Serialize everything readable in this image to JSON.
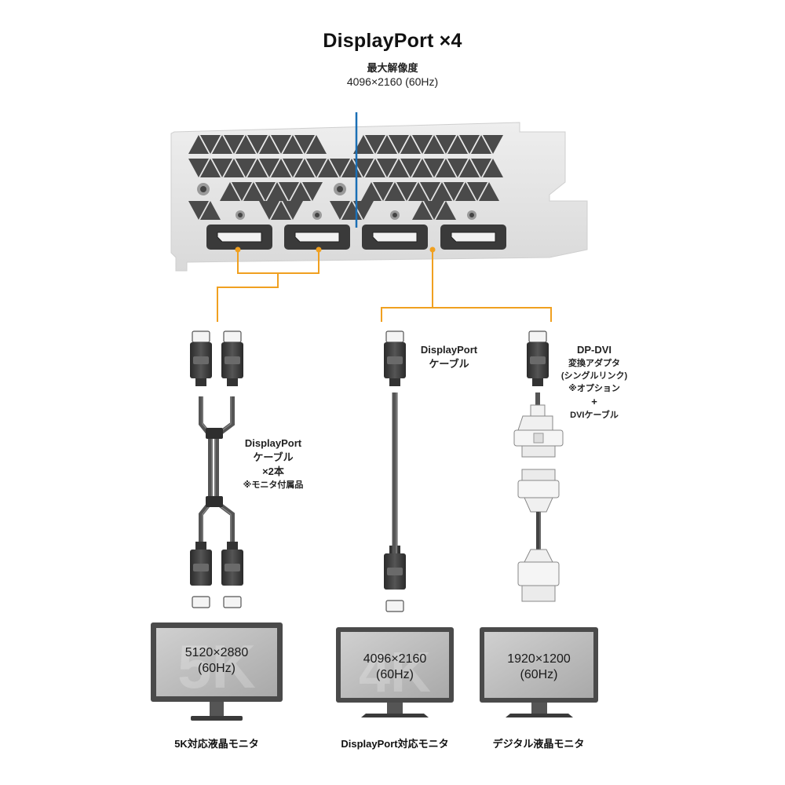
{
  "header": {
    "title": "DisplayPort ×4",
    "subtitle": "最大解像度",
    "resolution": "4096×2160 (60Hz)"
  },
  "cables": {
    "left": {
      "line1": "DisplayPort",
      "line2": "ケーブル",
      "line3": "×2本",
      "note": "※モニタ付属品"
    },
    "middle": {
      "line1": "DisplayPort",
      "line2": "ケーブル"
    },
    "right": {
      "line1": "DP-DVI",
      "line2": "変換アダプタ",
      "line3": "(シングルリンク)",
      "line4": "※オプション",
      "plus": "+",
      "line5": "DVIケーブル"
    }
  },
  "monitors": [
    {
      "watermark": "5K",
      "res_line1": "5120×2880",
      "res_line2": "(60Hz)",
      "caption": "5K対応液晶モニタ"
    },
    {
      "watermark": "4K",
      "res_line1": "4096×2160",
      "res_line2": "(60Hz)",
      "caption": "DisplayPort対応モニタ"
    },
    {
      "watermark": "",
      "res_line1": "1920×1200",
      "res_line2": "(60Hz)",
      "caption": "デジタル液晶モニタ"
    }
  ],
  "colors": {
    "connector_line": "#f0a020",
    "pointer_line": "#1a6fb5",
    "bracket": "#e2e2e2",
    "vent": "#4a4a4a",
    "cable": "#555555",
    "monitor_bezel": "#4a4a4a",
    "monitor_screen": "#bdbdbd"
  }
}
